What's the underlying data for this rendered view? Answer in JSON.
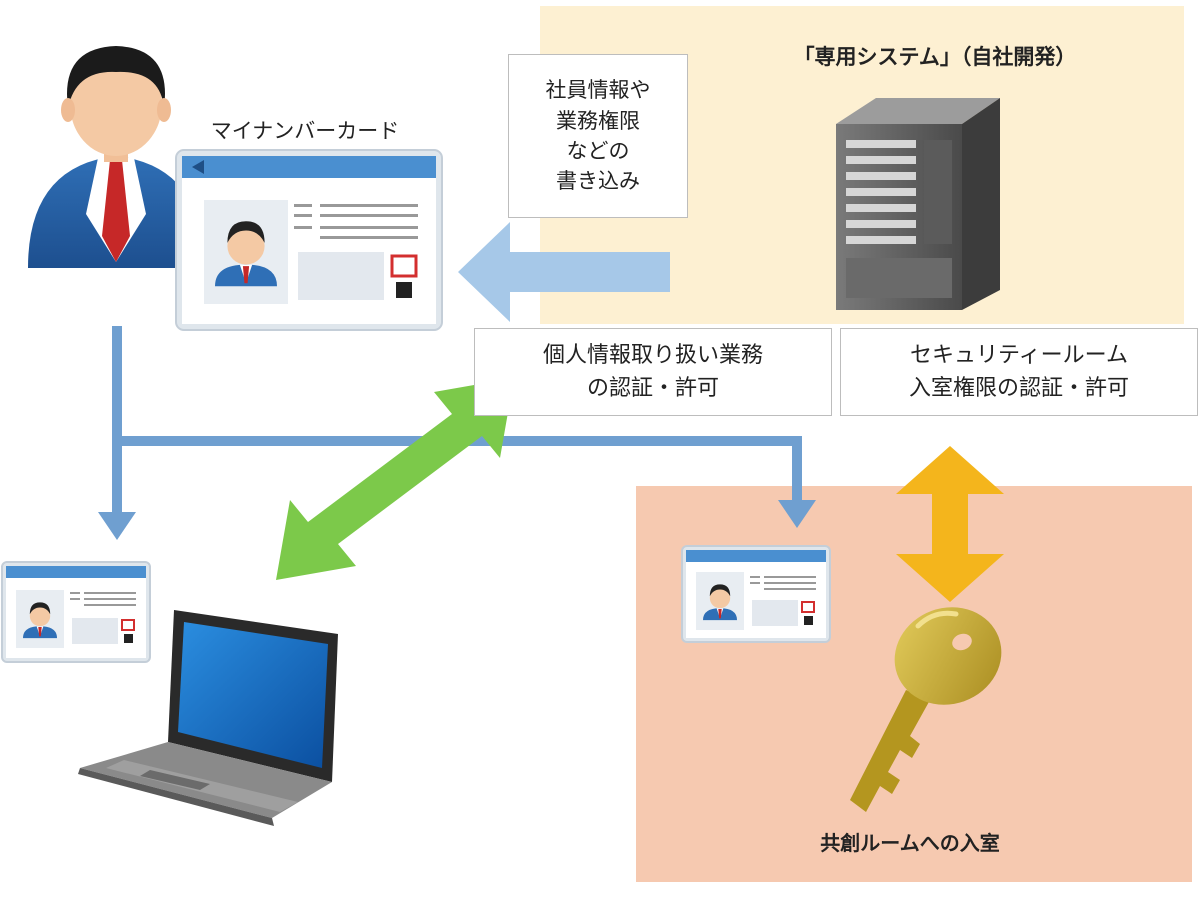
{
  "system_title": "「専用システム」（自社開発）",
  "card_label": "マイナンバーカード",
  "write_note": "社員情報や\n業務権限\nなどの\n書き込み",
  "auth_business": "個人情報取り扱い業務\nの認証・許可",
  "auth_security": "セキュリティールーム\n入室権限の認証・許可",
  "room_entry": "共創ルームへの入室",
  "icons": [
    "person-icon",
    "id-card-icon",
    "server-icon",
    "laptop-icon",
    "key-icon"
  ],
  "colors": {
    "system_area": "#fdf0d2",
    "room_area": "#f6c9b0",
    "flow_arrow": "#6f9fd0",
    "write_arrow": "#a6c8e8",
    "pc_arrow": "#7cc94a",
    "key_arrow": "#f4b51c",
    "key": "#c9a938",
    "card_header": "#4a8fd0"
  }
}
